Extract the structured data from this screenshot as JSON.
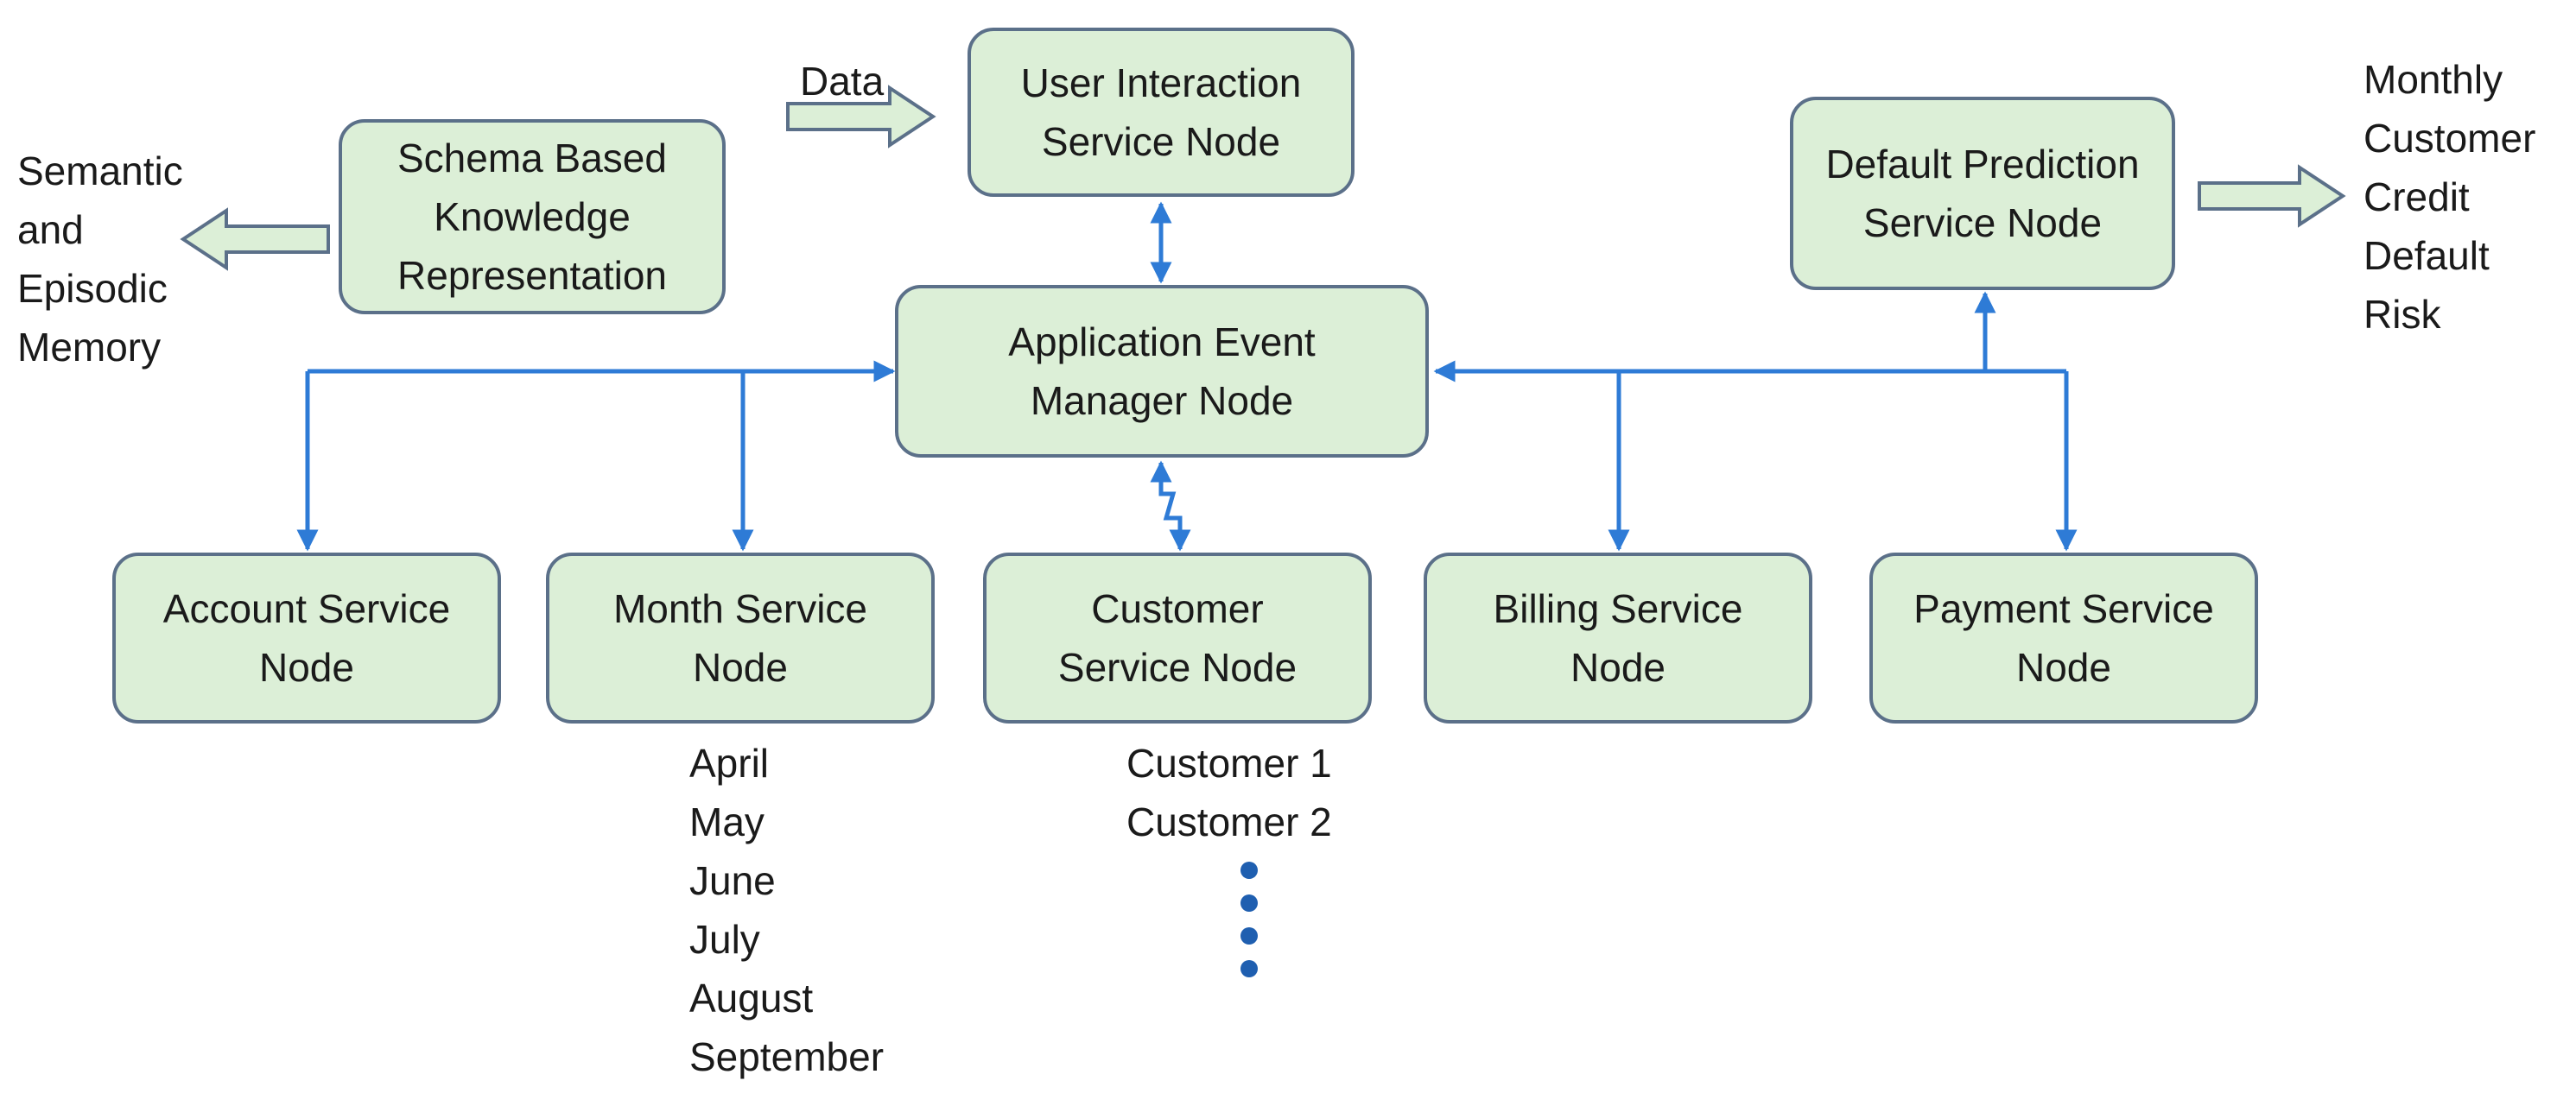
{
  "nodes": {
    "user_interaction": "User Interaction\nService Node",
    "schema_knowledge": "Schema Based\nKnowledge\nRepresentation",
    "default_prediction": "Default Prediction\nService Node",
    "event_manager": "Application Event\nManager Node",
    "account": "Account Service\nNode",
    "month": "Month Service\nNode",
    "customer": "Customer\nService Node",
    "billing": "Billing Service\nNode",
    "payment": "Payment Service\nNode"
  },
  "labels": {
    "data_input": "Data",
    "memory_output": "Semantic\nand\nEpisodic\nMemory",
    "risk_output": "Monthly\nCustomer\nCredit\nDefault\nRisk"
  },
  "months": [
    "April",
    "May",
    "June",
    "July",
    "August",
    "September"
  ],
  "customers": [
    "Customer 1",
    "Customer 2"
  ],
  "colors": {
    "node_fill": "#dcefd7",
    "node_border": "#5b7089",
    "connector": "#2e7bd6",
    "ellipsis_dot": "#1f5fb0"
  }
}
